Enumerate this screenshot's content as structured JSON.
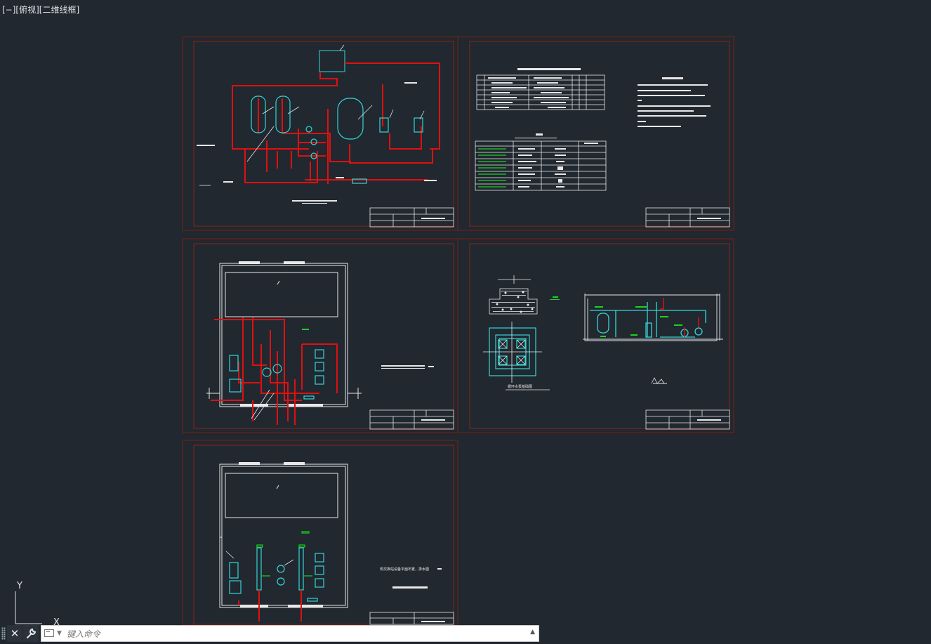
{
  "viewport": {
    "controls_label": "[−]",
    "view_label": "[俯视]",
    "style_label": "[二维线框]"
  },
  "ucs": {
    "y_label": "Y",
    "x_label": "X"
  },
  "sheets": [
    {
      "id": "sheet-1",
      "content": "pump-system-diagram"
    },
    {
      "id": "sheet-2",
      "content": "equipment-table-and-notes"
    },
    {
      "id": "sheet-3",
      "content": "equipment-plan-piping"
    },
    {
      "id": "sheet-4",
      "content": "foundation-and-section"
    },
    {
      "id": "sheet-5",
      "content": "equipment-plan-drainage"
    }
  ],
  "sheet_texts": {
    "sheet4_caption": "循环水泵基础图",
    "sheet5_caption": "热交换站设备平面布置，排水图"
  },
  "command_line": {
    "placeholder": "键入命令",
    "close_icon": "close-icon",
    "customize_icon": "wrench-icon"
  },
  "colors": {
    "background": "#212830",
    "sheet_border": "#7a1f12",
    "pipe_red": "#e01010",
    "equipment_cyan": "#35d6d6",
    "annotation_green": "#20d020",
    "linework_white": "#e8e8e8"
  }
}
